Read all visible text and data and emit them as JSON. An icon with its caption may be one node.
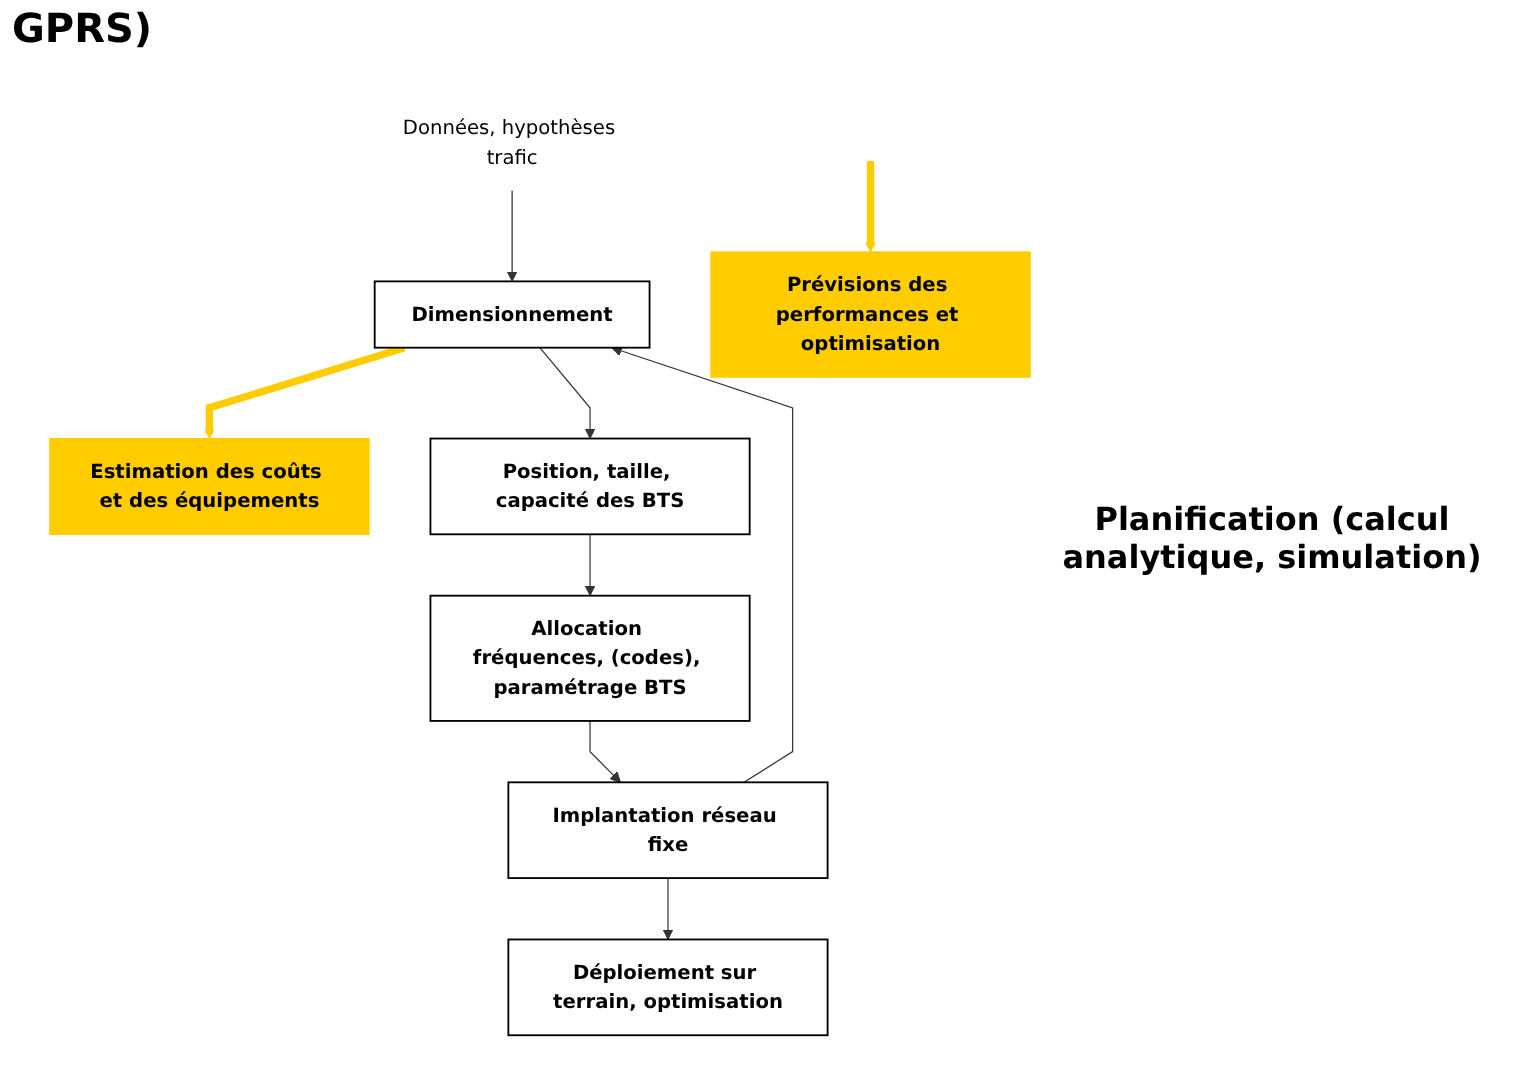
{
  "diagram": {
    "title": "GPRS)",
    "nodes": [
      {
        "text": [
          "Données, hypothèses trafic"
        ]
      },
      {
        "text": [
          "Dimensionnement"
        ]
      },
      {
        "text": [
          "Estimation des coûts et des équipements"
        ]
      },
      {
        "text": [
          "Position, taille, capacité des BTS"
        ]
      },
      {
        "text": [
          "Allocation fréquences, (codes), paramétrage BTS"
        ]
      },
      {
        "text": [
          "Implantation réseau fixe"
        ]
      },
      {
        "text": [
          "Déploiement sur terrain, optimisation"
        ]
      },
      {
        "text": [
          "Prévisions des performances et optimisation"
        ]
      }
    ],
    "edges": [
      {
        "from": 0,
        "to": 1,
        "arrow": "to"
      },
      {
        "from": 1,
        "to": 2,
        "arrow": "to",
        "style": "thick",
        "color": "#ffcc00"
      },
      {
        "from": 1,
        "to": 3,
        "arrow": "to"
      },
      {
        "from": 3,
        "to": 4,
        "arrow": "to"
      },
      {
        "from": 4,
        "to": 5,
        "arrow": "to"
      },
      {
        "from": 5,
        "to": 6,
        "arrow": "to"
      },
      {
        "from": 5,
        "to": 1,
        "arrow": "to"
      },
      {
        "from": null,
        "to": 7,
        "arrow": "to",
        "style": "thick",
        "color": "#ffcc00"
      }
    ],
    "labels": [
      "Planification (calcul analytique, simulation)"
    ]
  }
}
